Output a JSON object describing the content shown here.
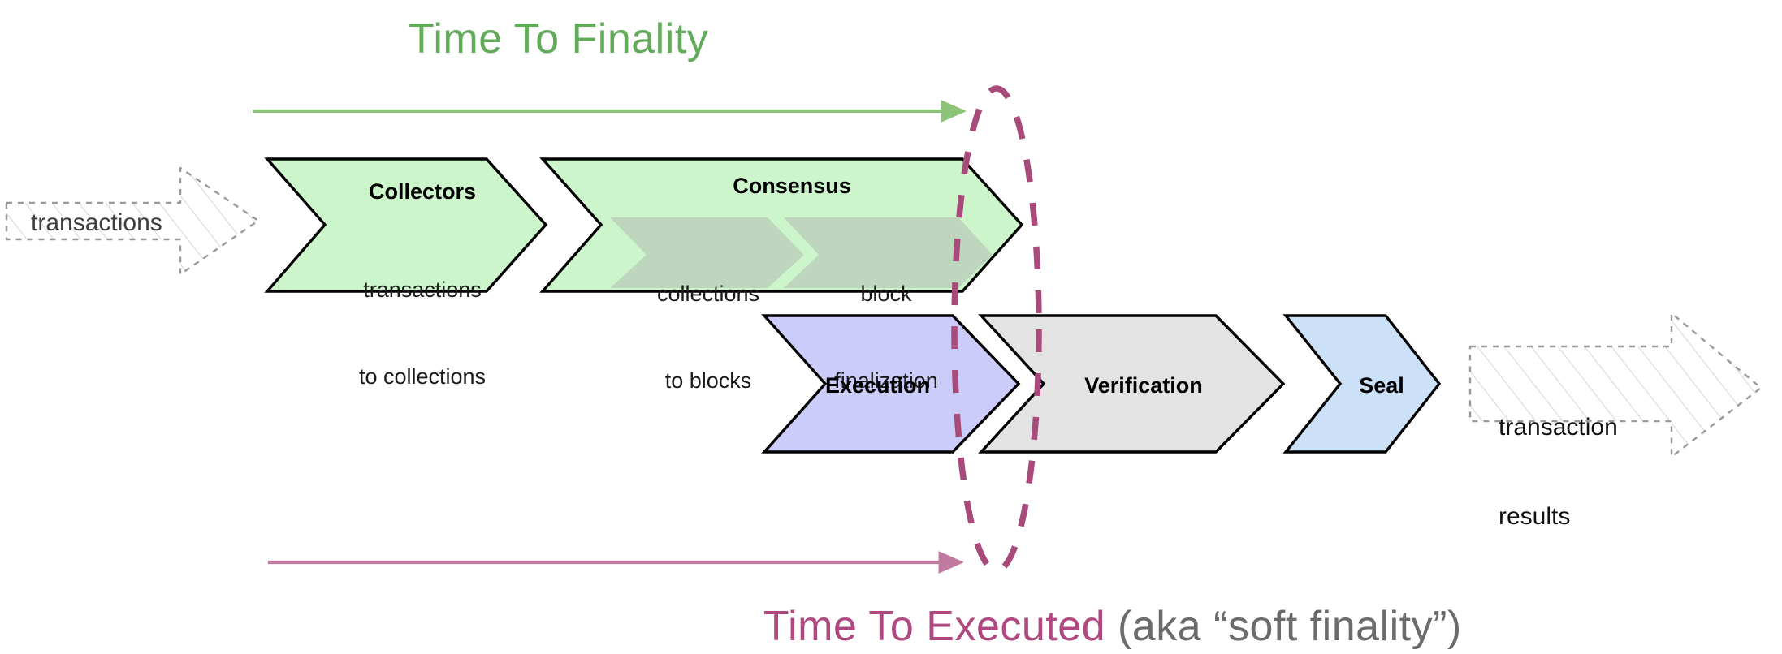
{
  "diagram": {
    "title_top": "Time To Finality",
    "bottom_title_main": "Time To Executed",
    "bottom_title_suffix": " (aka “soft finality”)",
    "colors": {
      "green_text": "#62ab5b",
      "green_arrow": "#8cc379",
      "pink_text": "#b0497f",
      "pink_arrow": "#c27ba0",
      "pink_dashed": "#a84a7a",
      "gray_text": "#6b6b6b",
      "chevron_green_fill": "#ccf5cc",
      "chevron_subgreen_fill": "#bdd6bd",
      "chevron_purple_fill": "#ccccfa",
      "chevron_gray_fill": "#e3e3e3",
      "chevron_blue_fill": "#cce0f8",
      "chevron_stroke": "#000000",
      "io_arrow_stroke": "#9a9a9a"
    },
    "inputs": [
      {
        "name": "transactions-input",
        "label": "transactions"
      }
    ],
    "outputs": [
      {
        "name": "transaction-results-output",
        "label_line1": "transaction",
        "label_line2": "results"
      }
    ],
    "top_row": [
      {
        "id": "collectors",
        "title": "Collectors",
        "sub_line1": "transactions",
        "sub_line2": "to collections"
      },
      {
        "id": "consensus",
        "title": "Consensus",
        "sub_stages": [
          {
            "id": "collections-to-blocks",
            "line1": "collections",
            "line2": "to blocks"
          },
          {
            "id": "block-finalization",
            "line1": "block",
            "line2": "finalization"
          }
        ]
      }
    ],
    "bottom_row": [
      {
        "id": "execution",
        "title": "Execution"
      },
      {
        "id": "verification",
        "title": "Verification"
      },
      {
        "id": "seal",
        "title": "Seal"
      }
    ]
  }
}
